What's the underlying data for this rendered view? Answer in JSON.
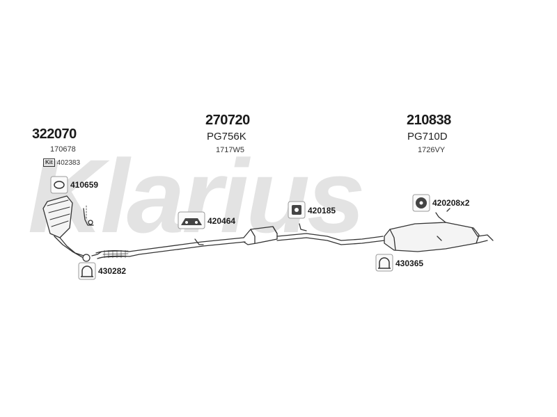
{
  "watermark": {
    "text": "Klarius"
  },
  "parts": {
    "front": {
      "number": "322070",
      "ref": "170678",
      "kit_label": "Kit",
      "kit_ref": "402383"
    },
    "middle": {
      "number": "270720",
      "code": "PG756K",
      "ref": "1717W5"
    },
    "rear": {
      "number": "210838",
      "code": "PG710D",
      "ref": "1726VY"
    }
  },
  "accessories": {
    "gasket": "410659",
    "clamp_front": "430282",
    "mount_middle": "420464",
    "hanger_middle": "420185",
    "hanger_rear": "420208x2",
    "clamp_rear": "430365"
  },
  "colors": {
    "line": "#333333",
    "watermark": "#e3e3e3"
  }
}
